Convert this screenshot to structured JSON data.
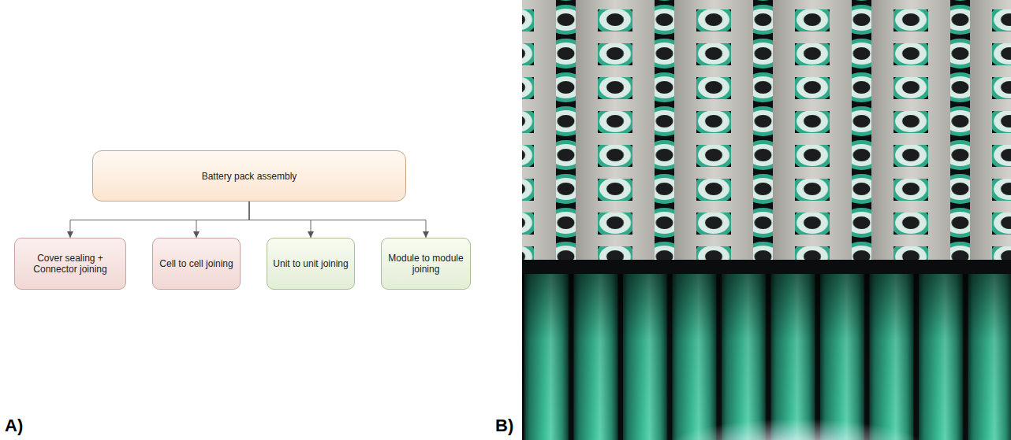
{
  "diagram": {
    "nodes": [
      {
        "text": [
          "Battery pack assembly"
        ]
      },
      {
        "text": [
          "Cover sealing + Connector joining"
        ]
      },
      {
        "text": [
          "Cell to cell joining"
        ]
      },
      {
        "text": [
          "Unit to unit joining"
        ]
      },
      {
        "text": [
          "Module to module joining"
        ]
      }
    ],
    "edges": [
      {
        "from": 0,
        "to": 1,
        "arrow": "to"
      },
      {
        "from": 0,
        "to": 2,
        "arrow": "to"
      },
      {
        "from": 0,
        "to": 3,
        "arrow": "to"
      },
      {
        "from": 0,
        "to": 4,
        "arrow": "to"
      }
    ],
    "labels": [
      "A)",
      "B)"
    ]
  }
}
